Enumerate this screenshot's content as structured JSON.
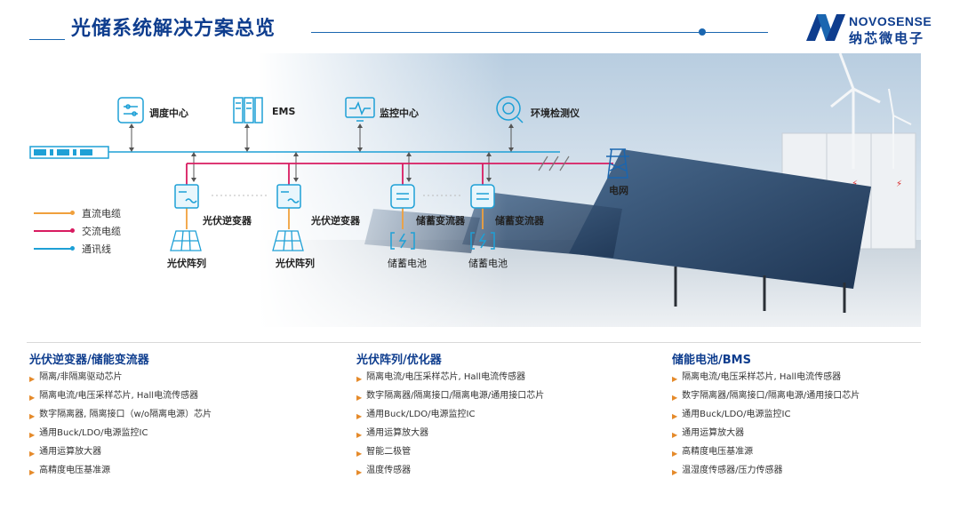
{
  "header": {
    "title": "光储系统解决方案总览",
    "logo_en": "NOVOSENSE",
    "logo_cn": "纳芯微电子"
  },
  "diagram": {
    "nodes": {
      "dispatch": "调度中心",
      "ems": "EMS",
      "monitor": "监控中心",
      "env": "环境检测仪",
      "grid": "电网",
      "inv1": "光伏逆变器",
      "inv2": "光伏逆变器",
      "pcs1": "储蓄变流器",
      "pcs2": "储蓄变流器",
      "pv1": "光伏阵列",
      "pv2": "光伏阵列",
      "bat1": "储蓄电池",
      "bat2": "储蓄电池"
    },
    "legend": [
      {
        "label": "直流电缆",
        "color": "#f0a03c"
      },
      {
        "label": "交流电缆",
        "color": "#d81b60"
      },
      {
        "label": "通讯线",
        "color": "#1ea0d6"
      }
    ]
  },
  "columns": [
    {
      "title": "光伏逆变器/储能变流器",
      "items": [
        "隔离/非隔离驱动芯片",
        "隔离电流/电压采样芯片, Hall电流传感器",
        "数字隔离器, 隔离接口（w/o隔离电源）芯片",
        "通用Buck/LDO/电源监控IC",
        "通用运算放大器",
        "高精度电压基准源"
      ]
    },
    {
      "title": "光伏阵列/优化器",
      "items": [
        "隔离电流/电压采样芯片, Hall电流传感器",
        "数字隔离器/隔离接口/隔离电源/通用接口芯片",
        "通用Buck/LDO/电源监控IC",
        "通用运算放大器",
        "智能二极管",
        "温度传感器"
      ]
    },
    {
      "title": "储能电池/BMS",
      "items": [
        "隔离电流/电压采样芯片, Hall电流传感器",
        "数字隔离器/隔离接口/隔离电源/通用接口芯片",
        "通用Buck/LDO/电源监控IC",
        "通用运算放大器",
        "高精度电压基准源",
        "温湿度传感器/压力传感器"
      ]
    }
  ]
}
